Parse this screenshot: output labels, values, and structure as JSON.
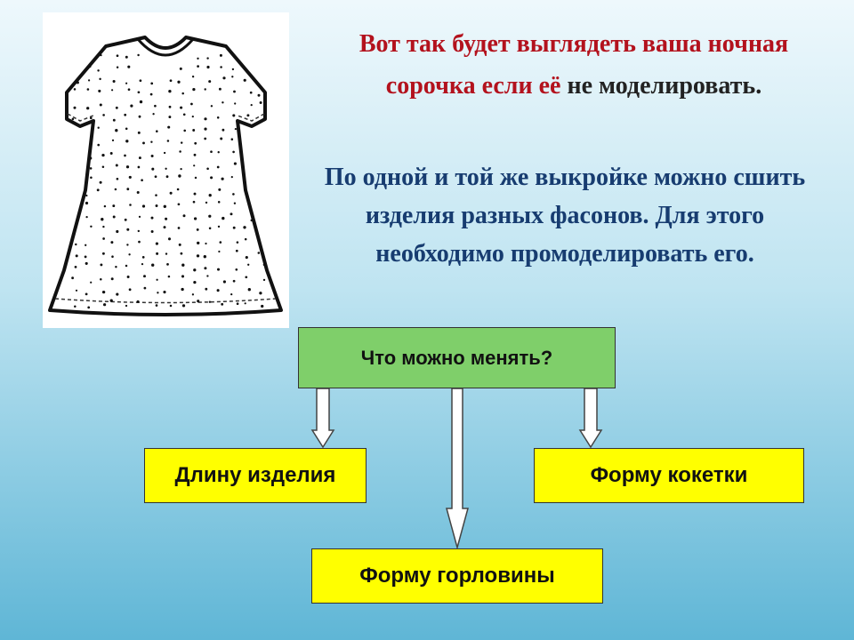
{
  "heading": {
    "red_text": "Вот  так  будет выглядеть ваша ночная сорочка если её",
    "dark_text": "не моделировать."
  },
  "paragraph": "По одной и той же выкройке можно сшить изделия разных фасонов. Для этого необходимо промоделировать его.",
  "diagram": {
    "question": "Что можно менять?",
    "options": {
      "length": "Длину изделия",
      "yoke": "Форму кокетки",
      "neckline": "Форму горловины"
    }
  },
  "colors": {
    "heading_red": "#b3121d",
    "paragraph_blue": "#173c70",
    "question_green": "#7fcf6a",
    "option_yellow": "#ffff00"
  }
}
